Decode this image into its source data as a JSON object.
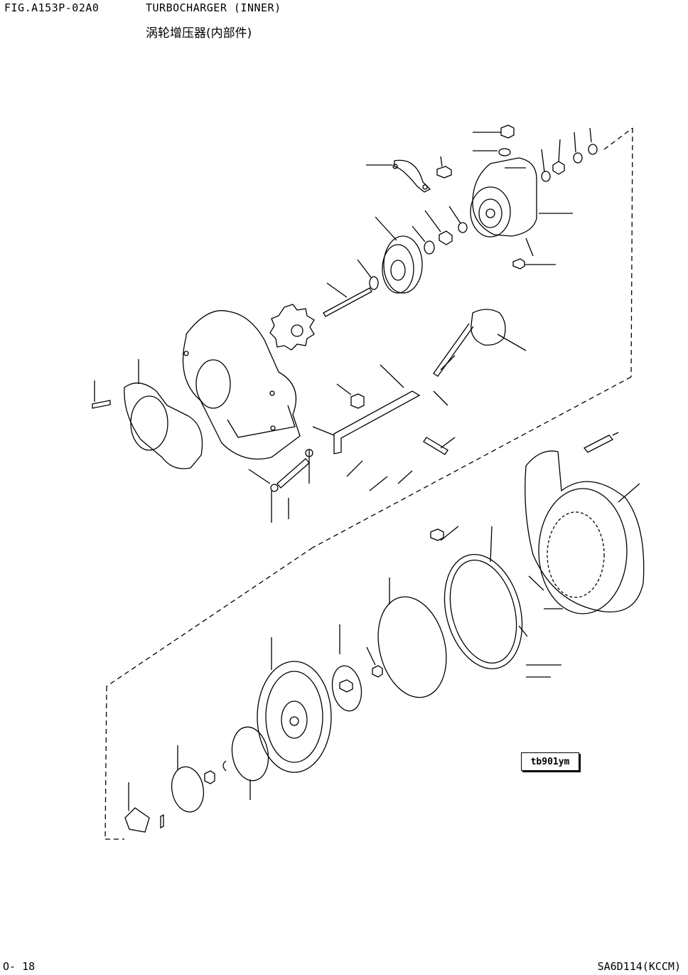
{
  "header": {
    "fig_code": "FIG.A153P-02A0",
    "title": "TURBOCHARGER (INNER)",
    "title_cn": "涡轮增压器(内部件)"
  },
  "footer": {
    "page": "O- 18",
    "model": "SA6D114(KCCM)"
  },
  "reference_tag": "tb901ym"
}
